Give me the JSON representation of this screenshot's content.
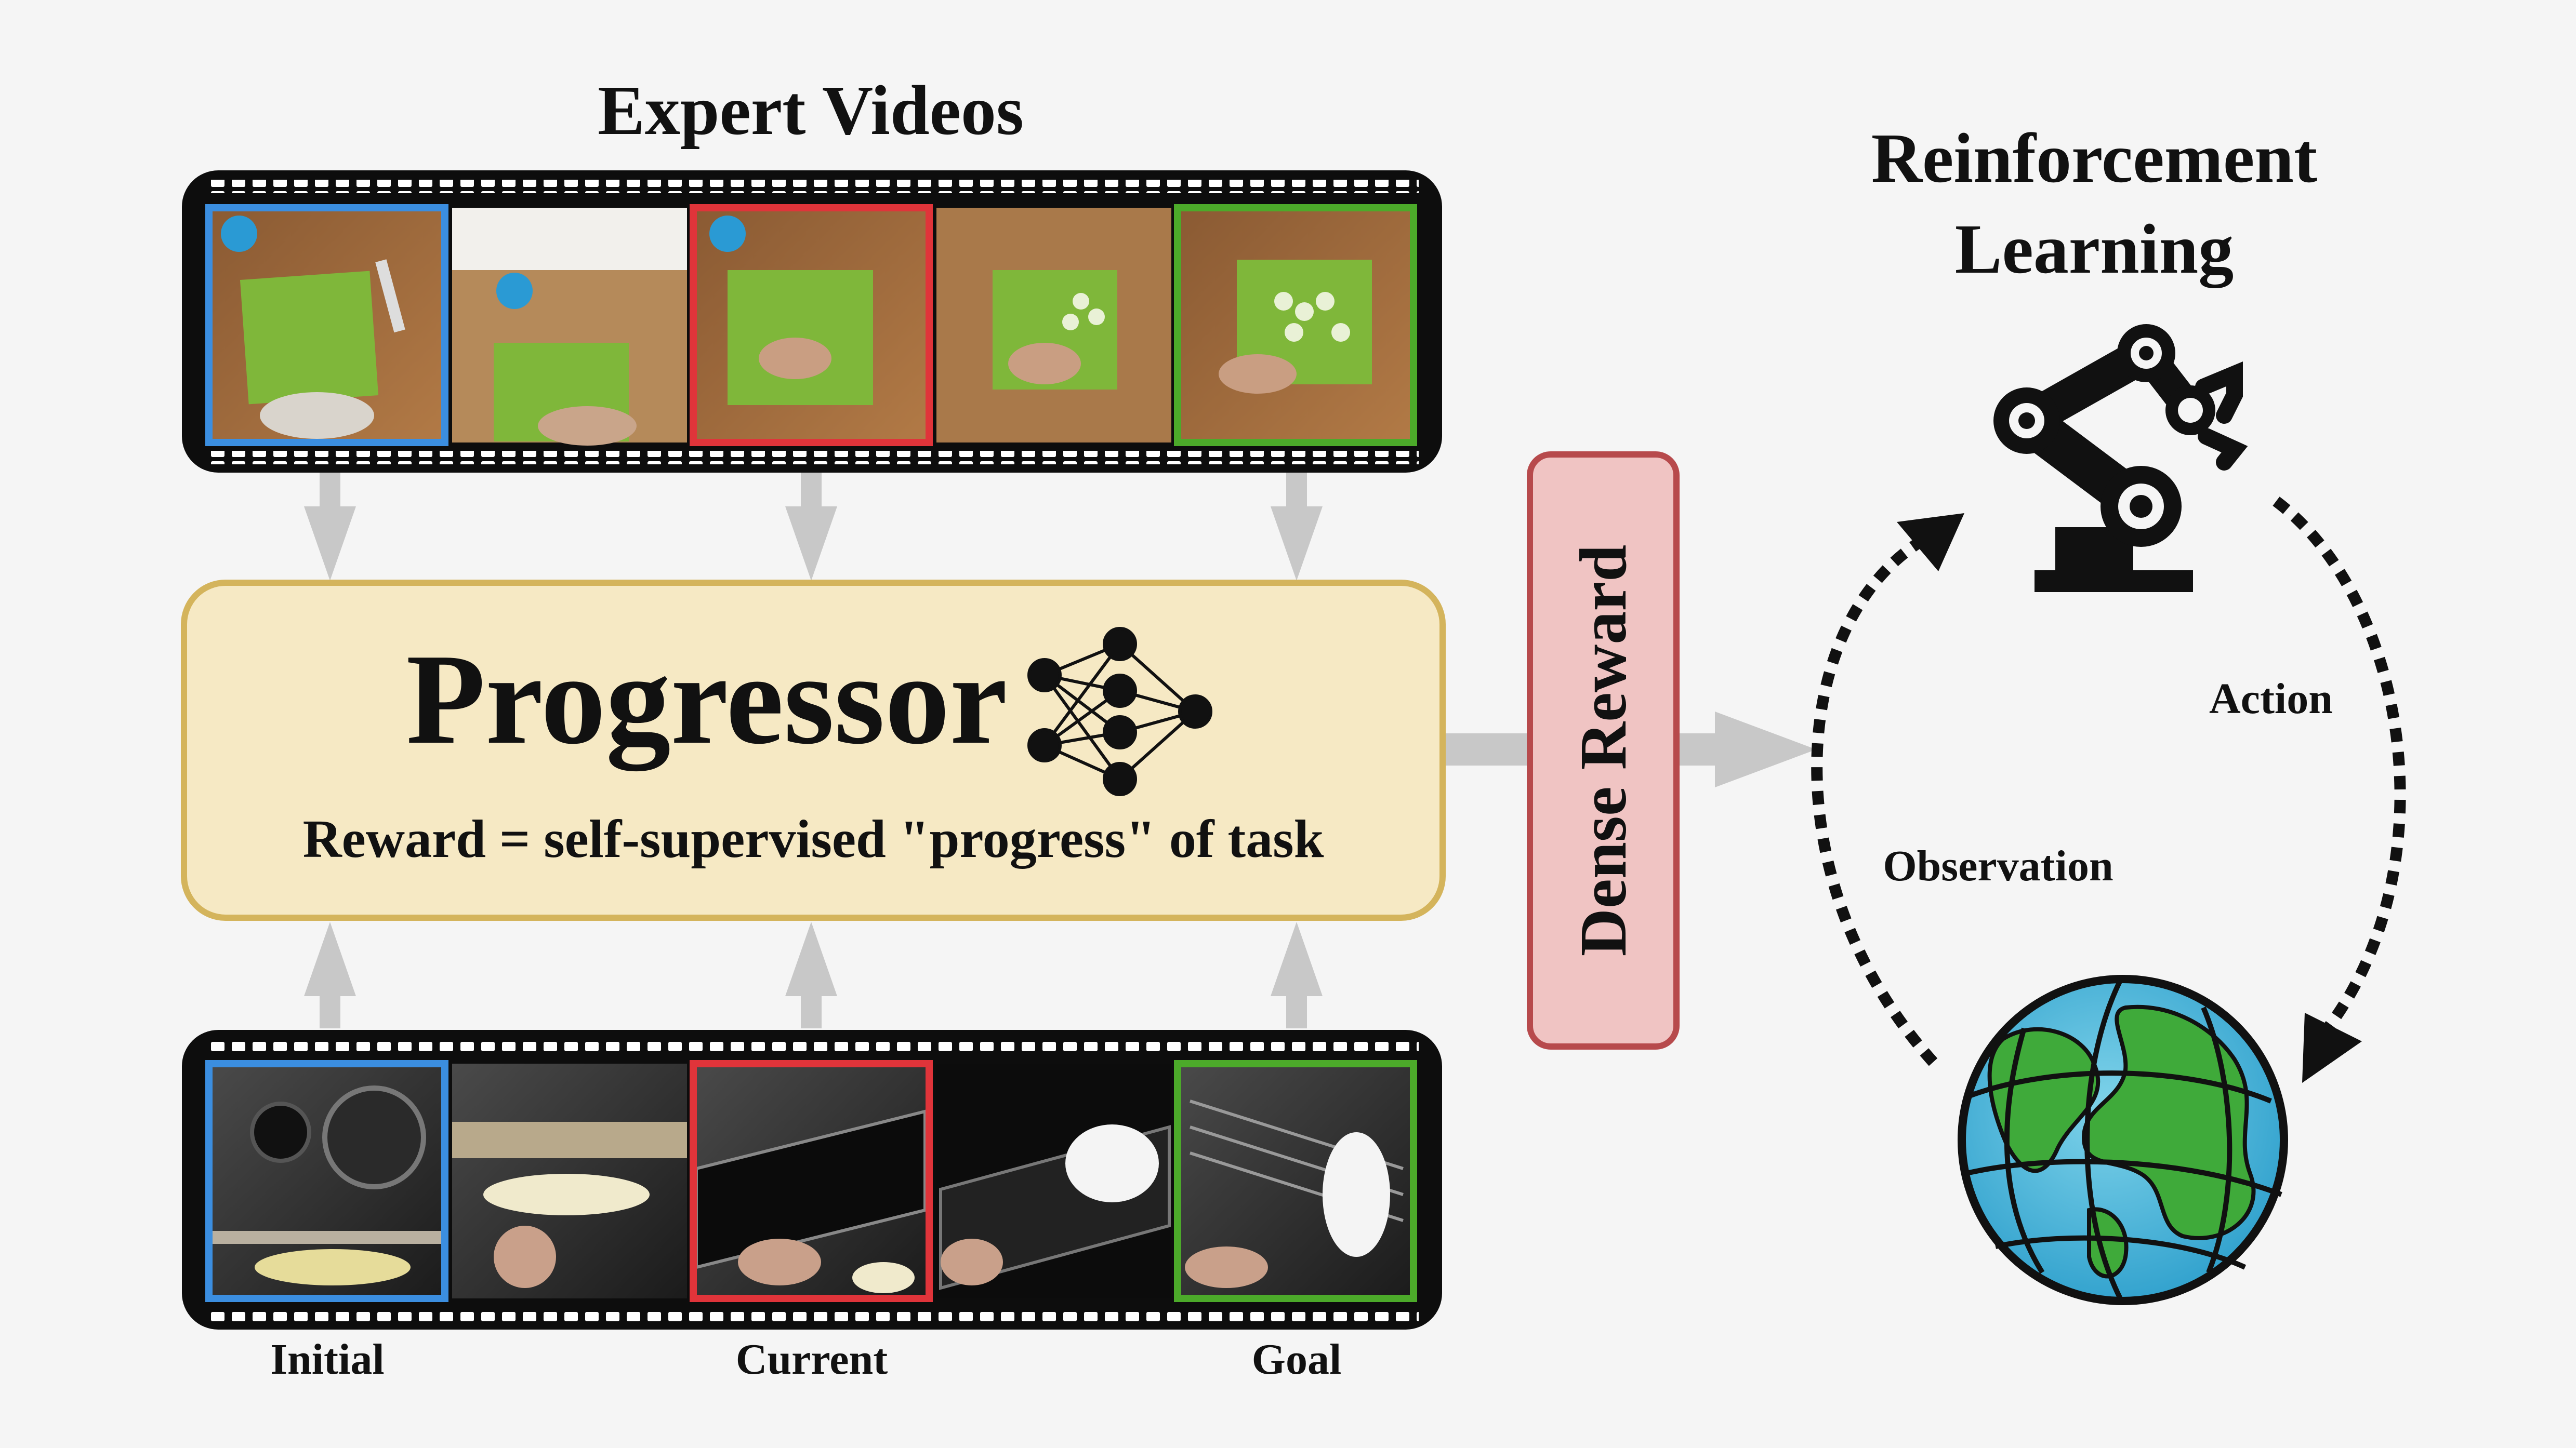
{
  "expert_videos": {
    "title": "Expert Videos"
  },
  "progressor": {
    "title": "Progressor",
    "subtitle": "Reward = self-supervised \"progress\" of task"
  },
  "dense_reward": {
    "label": "Dense Reward"
  },
  "rl": {
    "title_line1": "Reinforcement",
    "title_line2": "Learning"
  },
  "loop": {
    "action_label": "Action",
    "observation_label": "Observation"
  },
  "frame_labels": {
    "initial": "Initial",
    "current": "Current",
    "goal": "Goal"
  },
  "colors": {
    "initial_frame": "#3b8ee0",
    "current_frame": "#e0343a",
    "goal_frame": "#4caa2a",
    "progressor_fill": "#f6e9c4",
    "progressor_border": "#d4b45c",
    "dense_fill": "#f0c4c3",
    "dense_border": "#b74a4c",
    "arrow_gray": "#c8c8c8"
  },
  "icons": {
    "neural_net": "neural-network-icon",
    "robot_arm": "robot-arm-icon",
    "world": "globe-icon"
  }
}
